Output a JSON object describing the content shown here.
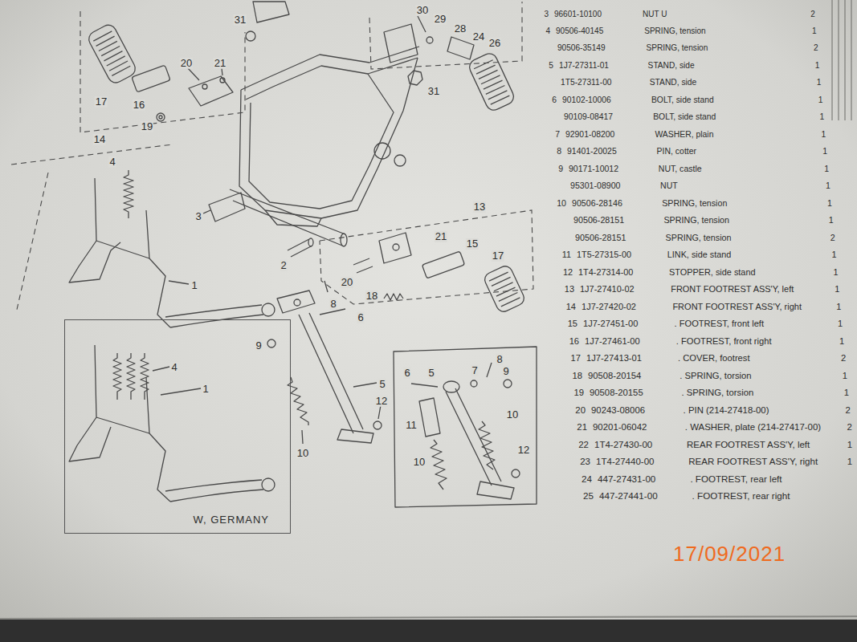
{
  "diagram": {
    "nodes": [
      {
        "text": [
          "W, GERMANY"
        ]
      }
    ],
    "labels": [
      "31",
      "30",
      "29",
      "28",
      "24",
      "26",
      "31",
      "20",
      "21",
      "17",
      "16",
      "19",
      "14",
      "4",
      "3",
      "2",
      "1",
      "13",
      "21",
      "15",
      "17",
      "20",
      "18",
      "8",
      "6",
      "9",
      "5",
      "10",
      "12",
      "6",
      "5",
      "7",
      "8",
      "9",
      "11",
      "10",
      "10",
      "12",
      "4",
      "1",
      "3",
      "96601-10100",
      "NUT U",
      "2",
      "4",
      "90506-40145",
      "SPRING, tension",
      "1",
      "90506-35149",
      "SPRING, tension",
      "2",
      "5",
      "1J7-27311-01",
      "STAND, side",
      "1",
      "1T5-27311-00",
      "STAND, side",
      "1",
      "6",
      "90102-10006",
      "BOLT, side stand",
      "1",
      "90109-08417",
      "BOLT, side stand",
      "1",
      "7",
      "92901-08200",
      "WASHER, plain",
      "1",
      "8",
      "91401-20025",
      "PIN, cotter",
      "1",
      "9",
      "90171-10012",
      "NUT, castle",
      "1",
      "95301-08900",
      "NUT",
      "1",
      "10",
      "90506-28146",
      "SPRING, tension",
      "1",
      "90506-28151",
      "SPRING, tension",
      "1",
      "90506-28151",
      "SPRING, tension",
      "2",
      "11",
      "1T5-27315-00",
      "LINK, side stand",
      "1",
      "12",
      "1T4-27314-00",
      "STOPPER, side stand",
      "1",
      "13",
      "1J7-27410-02",
      "FRONT FOOTREST ASS'Y, left",
      "1",
      "14",
      "1J7-27420-02",
      "FRONT FOOTREST ASS'Y, right",
      "1",
      "15",
      "1J7-27451-00",
      ". FOOTREST, front left",
      "1",
      "16",
      "1J7-27461-00",
      ". FOOTREST, front right",
      "1",
      "17",
      "1J7-27413-01",
      ". COVER, footrest",
      "2",
      "18",
      "90508-20154",
      ". SPRING, torsion",
      "1",
      "19",
      "90508-20155",
      ". SPRING, torsion",
      "1",
      "20",
      "90243-08006",
      ". PIN (214-27418-00)",
      "2",
      "21",
      "90201-06042",
      ". WASHER, plate (214-27417-00)",
      "2",
      "22",
      "1T4-27430-00",
      "REAR FOOTREST ASS'Y, left",
      "1",
      "23",
      "1T4-27440-00",
      "REAR FOOTREST ASS'Y, right",
      "1",
      "24",
      "447-27431-00",
      ". FOOTREST, rear left",
      "25",
      "447-27441-00",
      ". FOOTREST, rear right",
      "17/09/2021"
    ]
  }
}
